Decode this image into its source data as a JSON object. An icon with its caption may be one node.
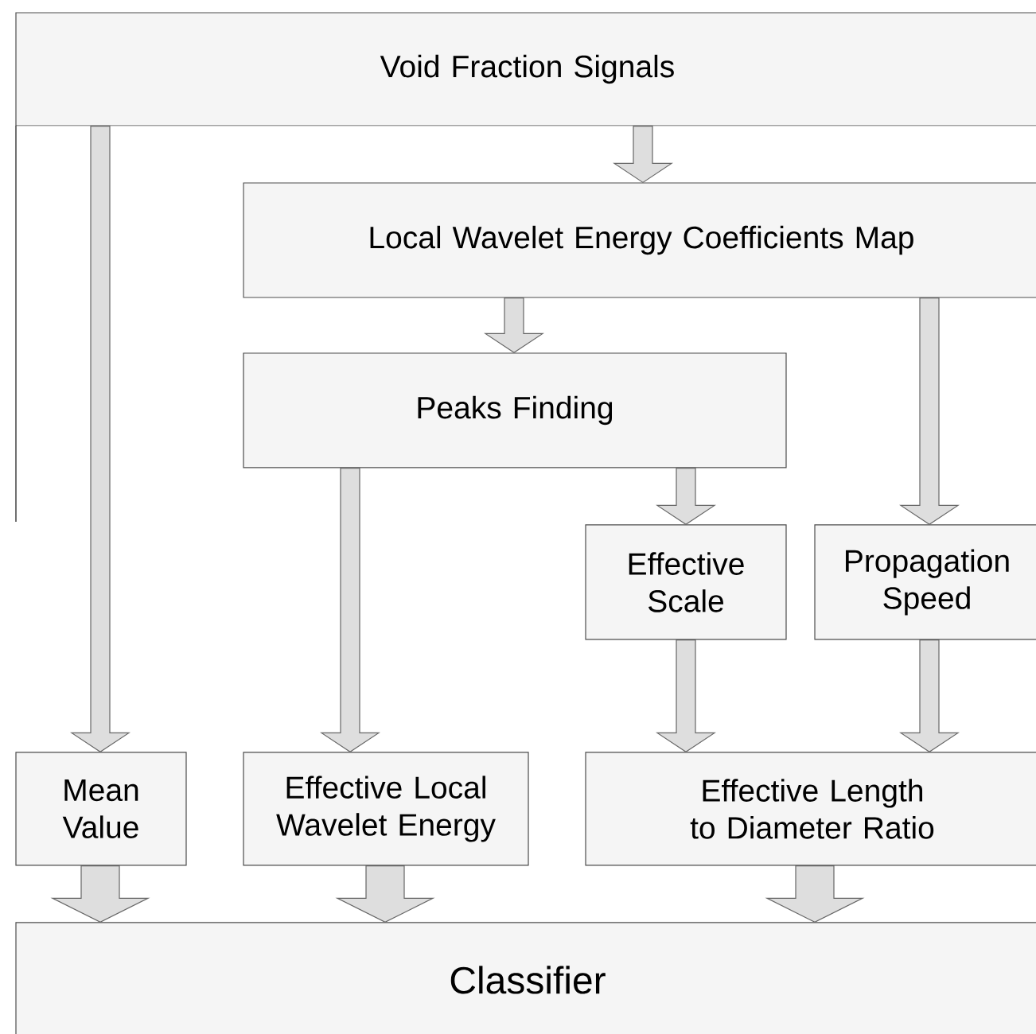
{
  "diagram": {
    "nodes": [
      {
        "text": [
          "Void Fraction Signals"
        ]
      },
      {
        "text": [
          "Local Wavelet Energy Coefficients Map"
        ]
      },
      {
        "text": [
          "Peaks Finding"
        ]
      },
      {
        "text": [
          "Effective Scale"
        ]
      },
      {
        "text": [
          "Propagation Speed"
        ]
      },
      {
        "text": [
          "Mean Value"
        ]
      },
      {
        "text": [
          "Effective Local Wavelet Energy"
        ]
      },
      {
        "text": [
          "Effective Length to Diameter Ratio"
        ]
      },
      {
        "text": [
          "Classifier"
        ]
      }
    ],
    "edges": [
      {
        "from": 0,
        "to": 5,
        "arrow": "to"
      },
      {
        "from": 0,
        "to": 1,
        "arrow": "to"
      },
      {
        "from": 1,
        "to": 2,
        "arrow": "to"
      },
      {
        "from": 1,
        "to": 4,
        "arrow": "to"
      },
      {
        "from": 2,
        "to": 6,
        "arrow": "to"
      },
      {
        "from": 2,
        "to": 3,
        "arrow": "to"
      },
      {
        "from": 3,
        "to": 7,
        "arrow": "to"
      },
      {
        "from": 4,
        "to": 7,
        "arrow": "to"
      },
      {
        "from": 5,
        "to": 8,
        "arrow": "to",
        "style": "thick"
      },
      {
        "from": 6,
        "to": 8,
        "arrow": "to",
        "style": "thick"
      },
      {
        "from": 7,
        "to": 8,
        "arrow": "to",
        "style": "thick"
      }
    ]
  }
}
